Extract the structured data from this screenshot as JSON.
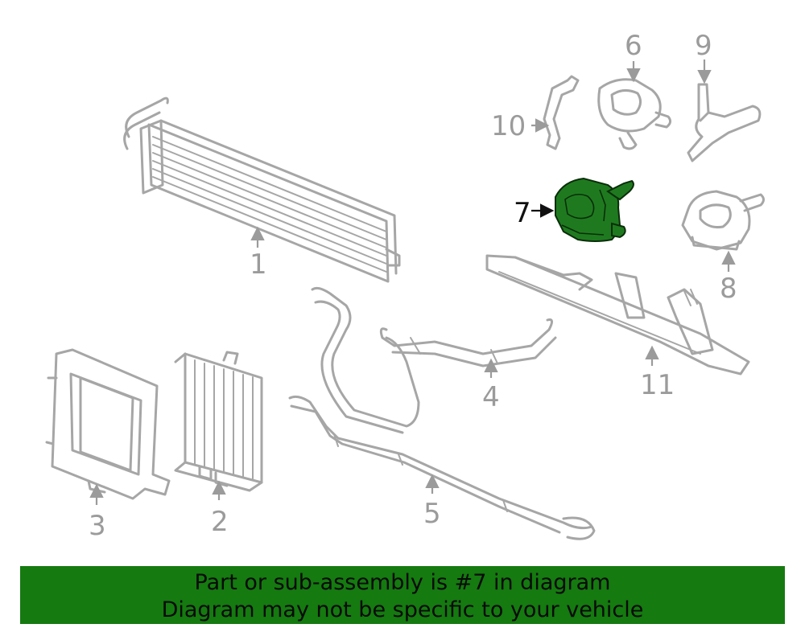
{
  "callouts": {
    "c1": "1",
    "c2": "2",
    "c3": "3",
    "c4": "4",
    "c5": "5",
    "c6": "6",
    "c7": "7",
    "c8": "8",
    "c9": "9",
    "c10": "10",
    "c11": "11"
  },
  "highlight": {
    "part": "7",
    "color": "#1f7a1f"
  },
  "banner": {
    "line1": "Part or sub-assembly is #7 in diagram",
    "line2": "Diagram may not be specific to your vehicle",
    "background": "#157a10"
  }
}
